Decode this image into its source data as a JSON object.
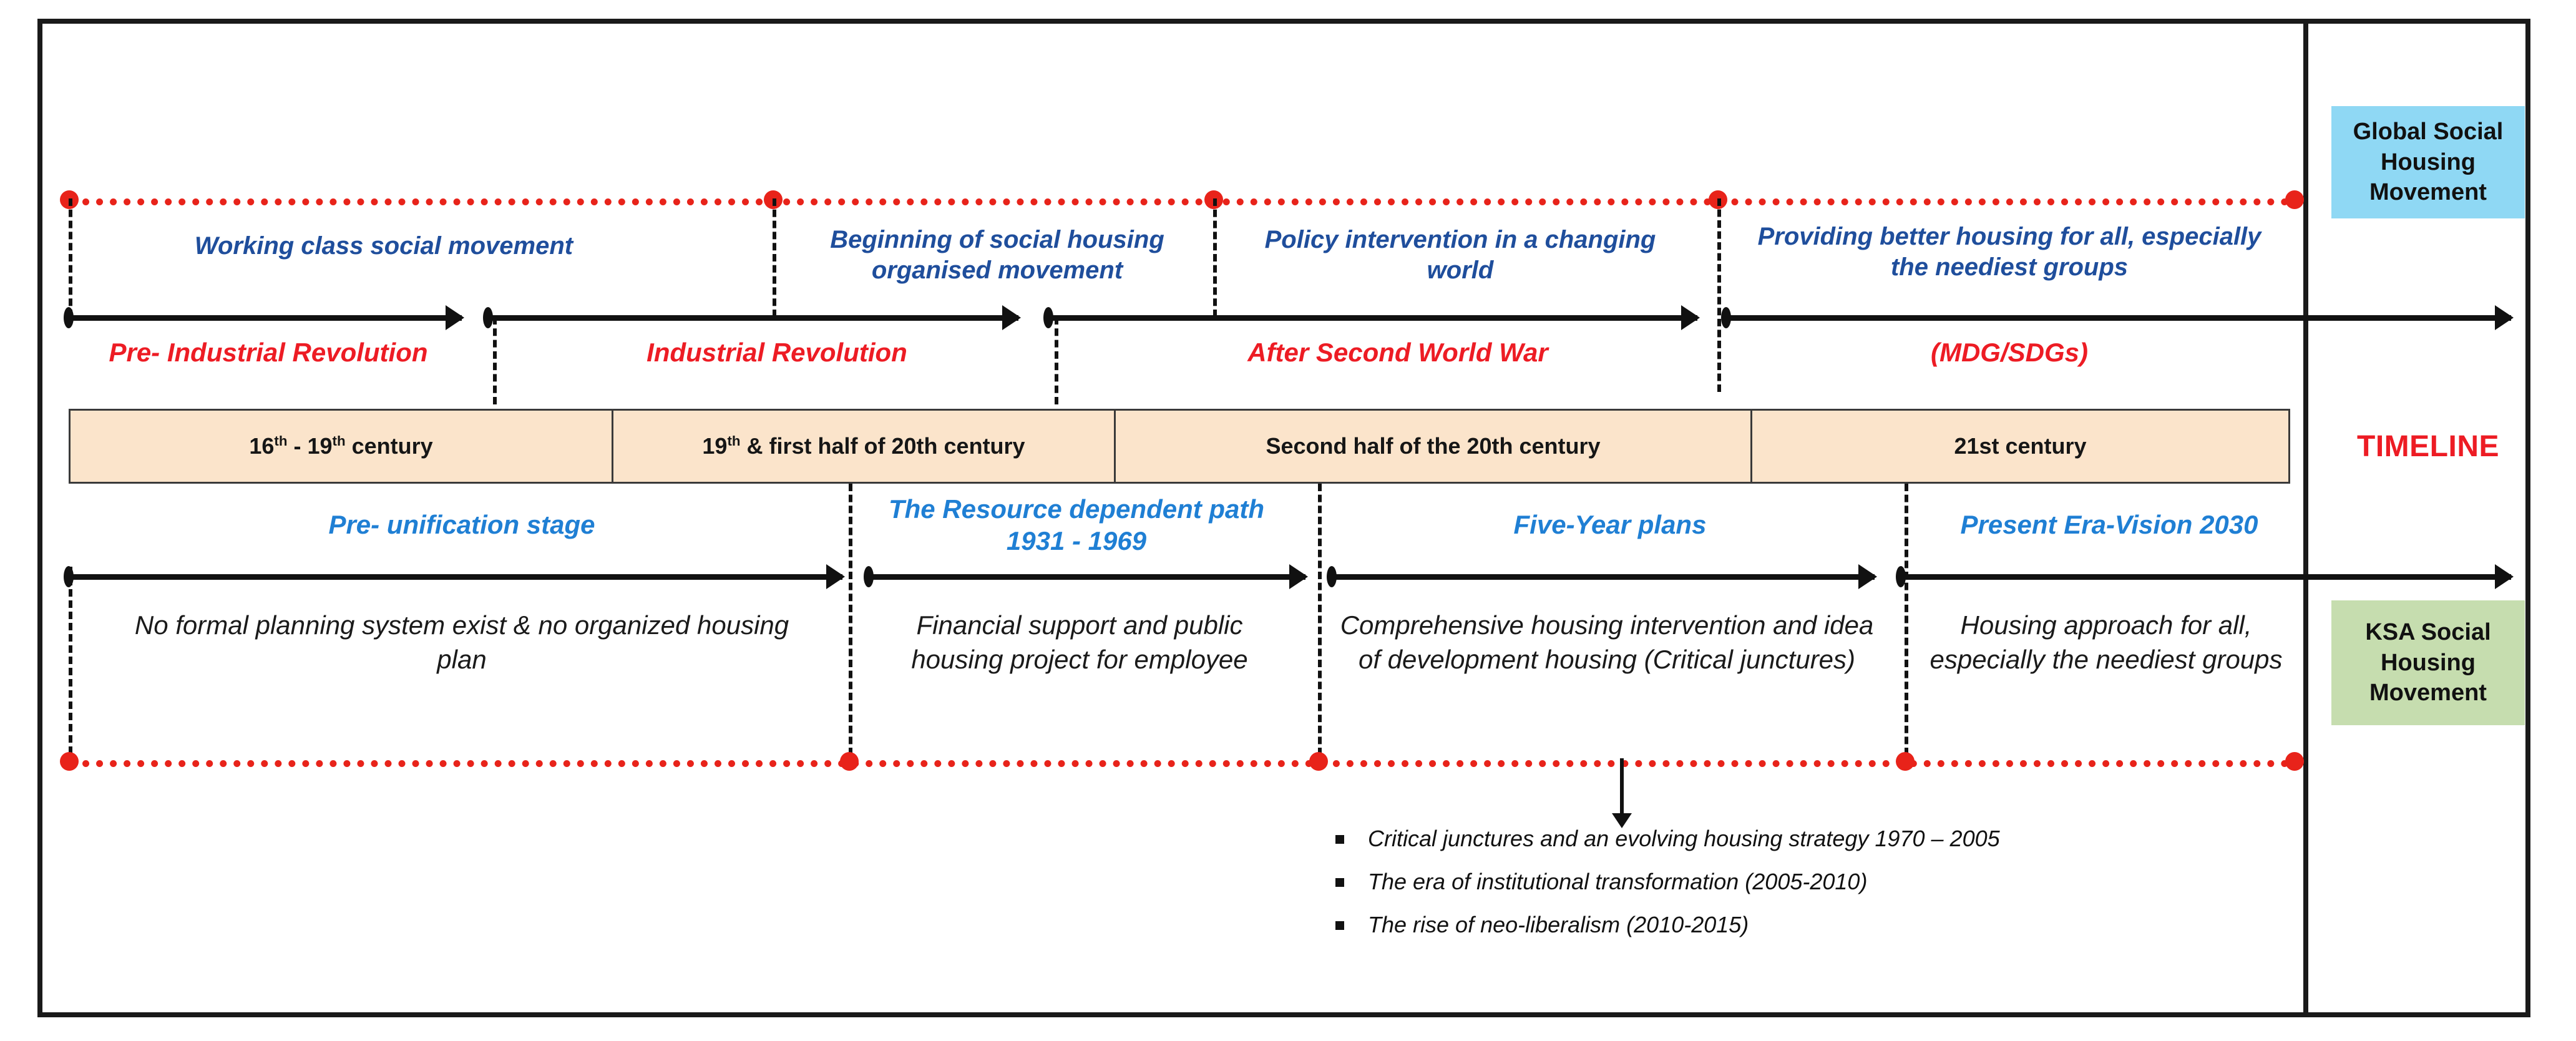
{
  "figure": {
    "title_right_label": "TIMELINE",
    "global_box_label": "Global Social Housing Movement",
    "ksa_box_label": "KSA Social Housing Movement",
    "colors": {
      "global_box": "#8FD8F4",
      "ksa_box": "#C6DDAF",
      "century_band": "#FBE4CB",
      "red_accent": "#ED1C24",
      "blue_upper_text": "#1F4E9C",
      "blue_lower_text": "#1f7fd4",
      "frame": "#1a1a1a"
    }
  },
  "global_track": {
    "descriptions": [
      "Working class social movement",
      "Beginning of social housing organised movement",
      "Policy intervention in a changing world",
      "Providing better housing for all, especially the neediest groups"
    ],
    "eras": [
      "Pre- Industrial Revolution",
      "Industrial Revolution",
      "After Second World War",
      "(MDG/SDGs)"
    ]
  },
  "century_band": {
    "segments": [
      {
        "prefix": "16",
        "sup1": "th",
        "mid": " - 19",
        "sup2": "th",
        "suffix": " century"
      },
      {
        "prefix": "19",
        "sup1": "th",
        "mid": " & first half of 20th century",
        "sup2": "",
        "suffix": ""
      },
      {
        "prefix": "Second half of the 20th century",
        "sup1": "",
        "mid": "",
        "sup2": "",
        "suffix": ""
      },
      {
        "prefix": "21st century",
        "sup1": "",
        "mid": "",
        "sup2": "",
        "suffix": ""
      }
    ],
    "plain_labels": [
      "16th - 19th century",
      "19th & first half of 20th century",
      "Second half of the 20th century",
      "21st century"
    ]
  },
  "ksa_track": {
    "stages": [
      "Pre- unification stage",
      "The Resource dependent path 1931 - 1969",
      "Five-Year plans",
      "Present Era-Vision 2030"
    ],
    "descriptions": [
      "No formal planning system exist & no organized housing plan",
      "Financial support and public housing project for employee",
      "Comprehensive housing intervention and idea of development housing (Critical junctures)",
      "Housing approach for all, especially the neediest groups"
    ]
  },
  "annotations": {
    "bullets": [
      "Critical junctures and an evolving housing strategy 1970 – 2005",
      "The era of institutional transformation (2005-2010)",
      "The rise of neo-liberalism (2010-2015)"
    ]
  }
}
